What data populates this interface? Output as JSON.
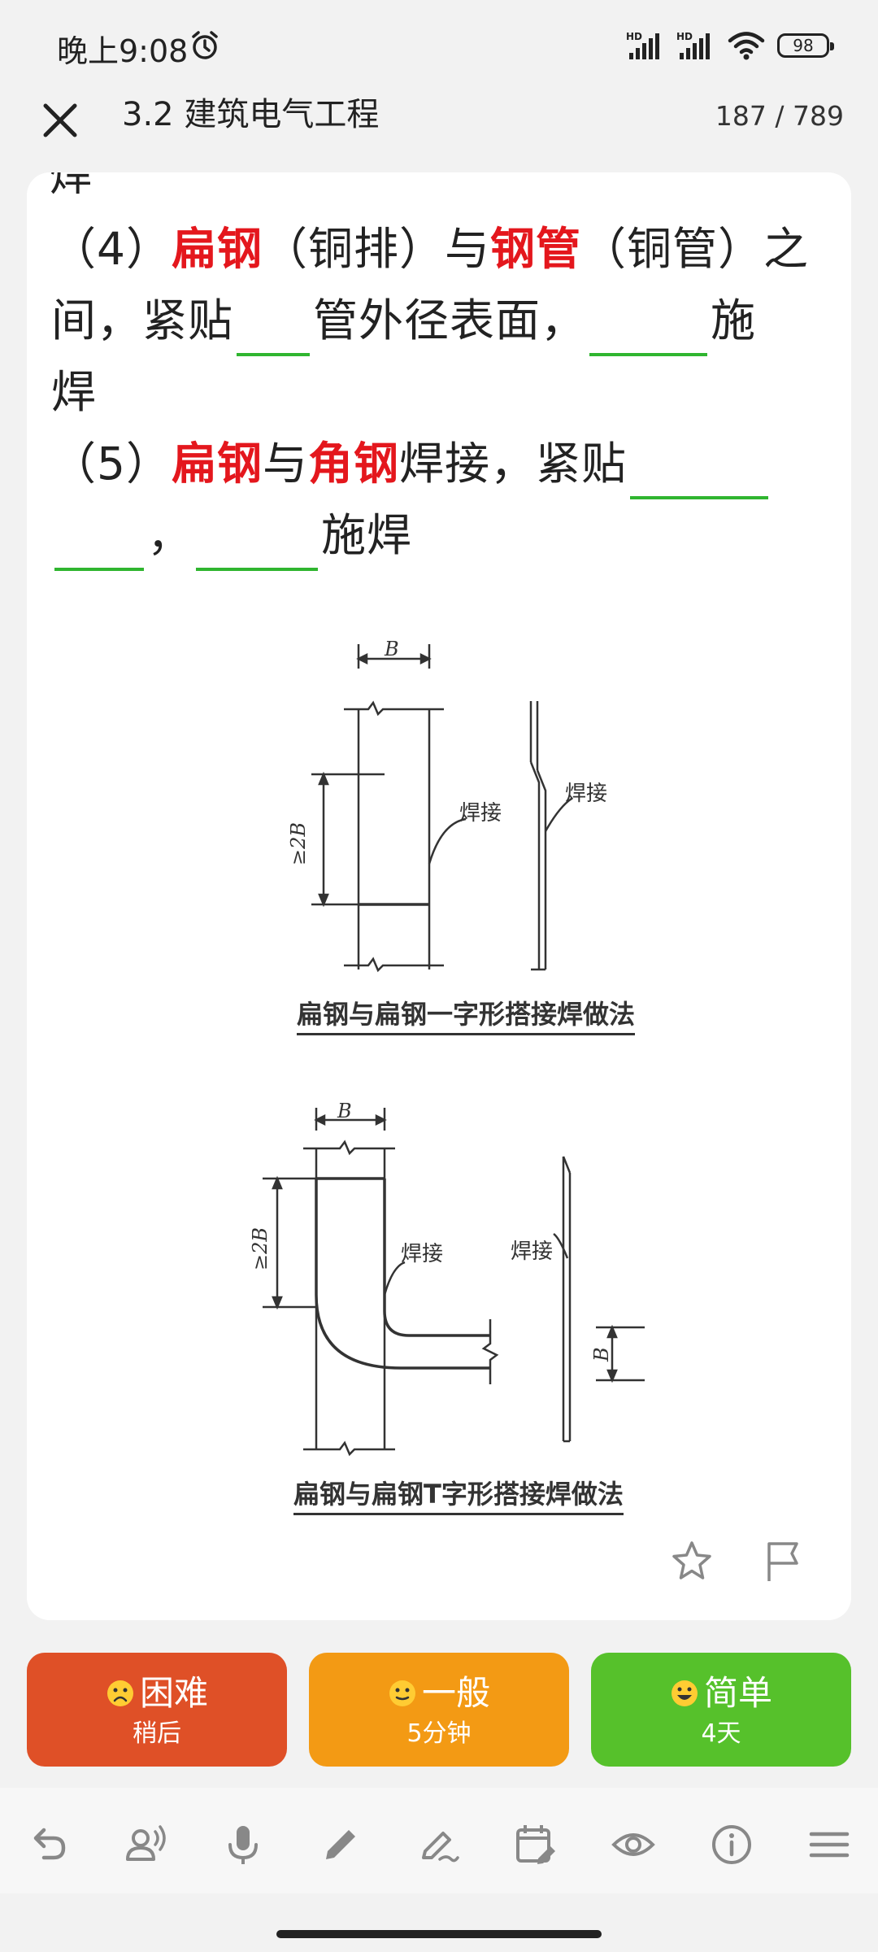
{
  "status": {
    "time": "晚上9:08",
    "battery": "98",
    "alarm_icon": "alarm-icon",
    "signal_icons": [
      "hd-signal-icon",
      "hd-signal-icon"
    ],
    "wifi_icon": "wifi-icon"
  },
  "header": {
    "close_icon": "close-icon",
    "title": "3.2 建筑电气工程",
    "page": "187 / 789"
  },
  "card": {
    "clipped_top_text": "焊",
    "question_lines": [
      [
        {
          "t": "（4）",
          "hl": false
        },
        {
          "t": "扁钢",
          "hl": true
        },
        {
          "t": "（铜排）与",
          "hl": false
        },
        {
          "t": "钢管",
          "hl": true
        },
        {
          "t": "（铜管）之",
          "hl": false
        }
      ],
      [
        {
          "t": "间，紧贴",
          "hl": false
        },
        {
          "blank": 90
        },
        {
          "t": "管外径表面，",
          "hl": false
        },
        {
          "blank": 145
        },
        {
          "t": "施",
          "hl": false
        }
      ],
      [
        {
          "t": "焊",
          "hl": false
        }
      ],
      [
        {
          "t": "（5）",
          "hl": false
        },
        {
          "t": "扁钢",
          "hl": true
        },
        {
          "t": "与",
          "hl": false
        },
        {
          "t": "角钢",
          "hl": true
        },
        {
          "t": "焊接，紧贴",
          "hl": false
        },
        {
          "blank": 170
        }
      ],
      [
        {
          "blank": 110
        },
        {
          "t": "，",
          "hl": false
        },
        {
          "blank": 150
        },
        {
          "t": "施焊",
          "hl": false
        }
      ]
    ],
    "figure1": {
      "dim_width": "B",
      "dim_height": "≥2B",
      "weld_label_a": "焊接",
      "weld_label_b": "焊接",
      "caption": "扁钢与扁钢一字形搭接焊做法"
    },
    "figure2": {
      "dim_width": "B",
      "dim_height": "≥2B",
      "dim_side": "B",
      "weld_label_a": "焊接",
      "weld_label_b": "焊接",
      "caption": "扁钢与扁钢T字形搭接焊做法"
    },
    "star_icon": "star-icon",
    "flag_icon": "flag-icon"
  },
  "ratings": [
    {
      "label": "困难",
      "sub": "稍后",
      "color": "#df5027",
      "icon": "sad-face-icon"
    },
    {
      "label": "一般",
      "sub": "5分钟",
      "color": "#f39a14",
      "icon": "neutral-face-icon"
    },
    {
      "label": "简单",
      "sub": "4天",
      "color": "#56c12b",
      "icon": "happy-face-icon"
    }
  ],
  "toolbar": [
    "undo-icon",
    "voice-user-icon",
    "microphone-icon",
    "pencil-icon",
    "edit-note-icon",
    "calendar-edit-icon",
    "eye-icon",
    "info-icon",
    "menu-icon"
  ]
}
